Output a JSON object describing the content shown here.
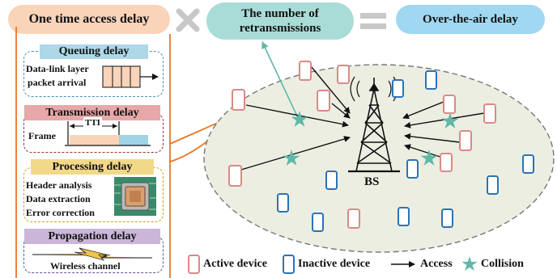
{
  "top": {
    "one_time_access_delay": "One time access delay",
    "retrans_line1": "The number of",
    "retrans_line2": "retransmissions",
    "over_the_air_delay": "Over-the-air delay"
  },
  "panels": {
    "queuing": {
      "title": "Queuing delay",
      "line1": "Data-link layer",
      "line2": "packet arrival"
    },
    "transmission": {
      "title": "Transmission delay",
      "frame": "Frame",
      "tti": "TTI"
    },
    "processing": {
      "title": "Processing delay",
      "line1": "Header analysis",
      "line2": "Data extraction",
      "line3": "Error correction"
    },
    "propagation": {
      "title": "Propagation delay",
      "channel": "Wireless channel"
    }
  },
  "network": {
    "bs_label": "BS"
  },
  "legend": {
    "active": "Active device",
    "inactive": "Inactive device",
    "access": "Access",
    "collision": "Collision"
  },
  "colors": {
    "orange_fill": "#f9d4b9",
    "orange_line": "#e87722",
    "teal_fill": "#a9dcd7",
    "blue_fill": "#9fd8f0",
    "queue_bg": "#add8e8",
    "trans_bg": "#e6a8a8",
    "proc_bg": "#f2d98a",
    "prop_bg": "#cab6d8",
    "active_device": "#d98a86",
    "inactive_device": "#2a73b8",
    "collision": "#5fb8a8",
    "ellipse_fill": "#eceee2"
  }
}
